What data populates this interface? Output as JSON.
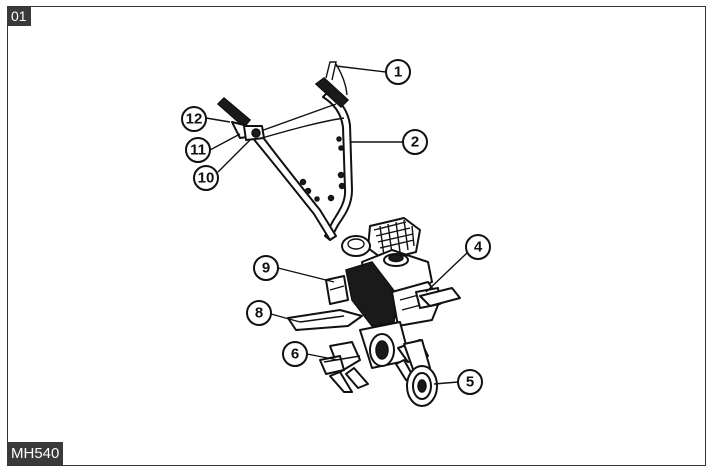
{
  "figure_label": "01",
  "model_label": "MH540",
  "callouts": [
    "1",
    "2",
    "4",
    "5",
    "6",
    "8",
    "9",
    "10",
    "11",
    "12"
  ]
}
